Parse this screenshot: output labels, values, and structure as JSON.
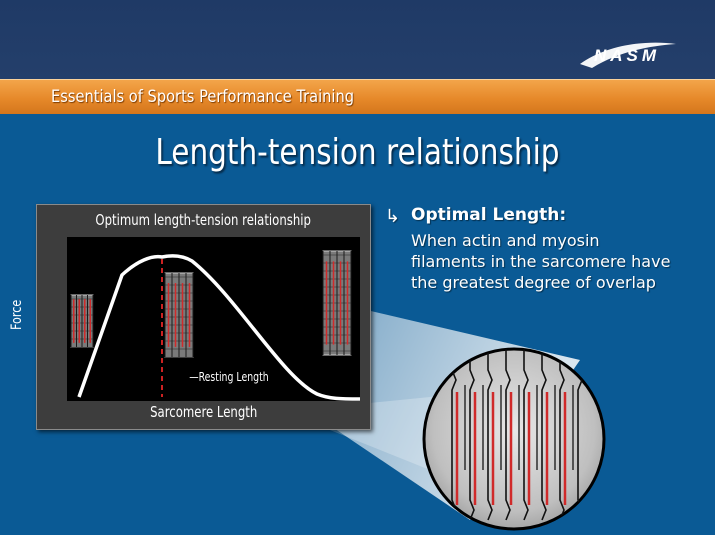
{
  "header": {
    "logo_text": "NASM",
    "banner_text": "Essentials of Sports Performance Training",
    "colors": {
      "navy": "#1f3a66",
      "orange": "#e6892a",
      "background": "#0a5a95"
    }
  },
  "slide": {
    "title": "Length-tension relationship"
  },
  "graph": {
    "title": "Optimum length-tension relationship",
    "y_label": "Force",
    "x_label": "Sarcomere Length",
    "resting_label": "—Resting Length",
    "colors": {
      "curve": "#ffffff",
      "resting_line": "#cc2222",
      "filament": "#d02a2a"
    }
  },
  "callout": {
    "arrow_icon": "hook-arrow-icon",
    "heading": "Optimal Length:",
    "body": "When actin and myosin filaments in the sarcomere have the greatest degree of overlap"
  }
}
